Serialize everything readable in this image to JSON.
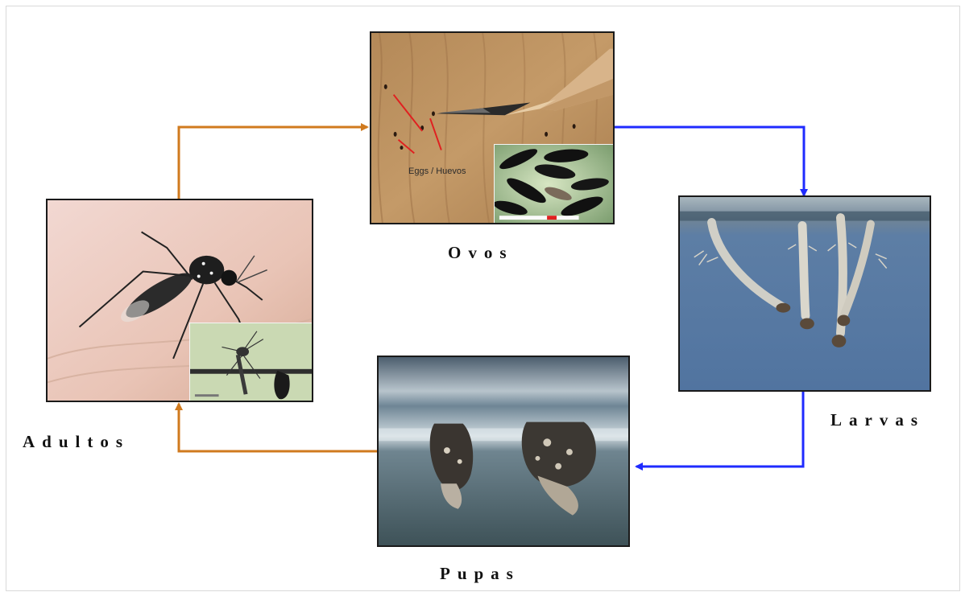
{
  "stages": {
    "eggs": {
      "label": "Ovos",
      "annotation": "Eggs / Huevos"
    },
    "larvae": {
      "label": "Larvas"
    },
    "pupae": {
      "label": "Pupas"
    },
    "adults": {
      "label": "Adultos"
    }
  },
  "colors": {
    "arrow_adult_to_egg": "#d07a1e",
    "arrow_egg_to_larva": "#1f2bff",
    "arrow_larva_to_pupa": "#1f2bff",
    "arrow_pupa_to_adult": "#d07a1e"
  }
}
